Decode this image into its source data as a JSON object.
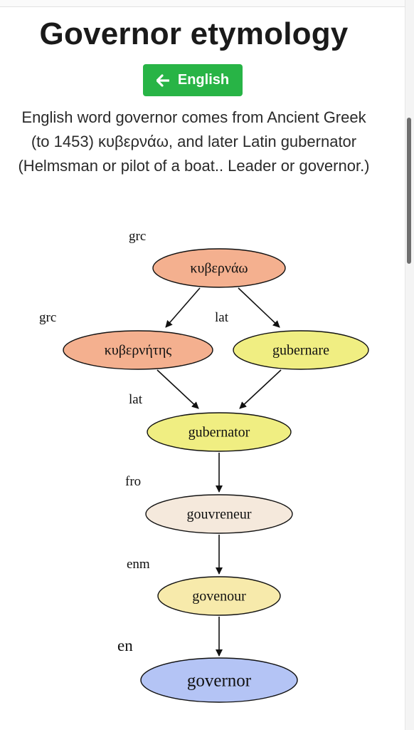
{
  "page": {
    "title": "Governor etymology",
    "language_button_label": "English",
    "description": "English word governor comes from Ancient Greek (to 1453) κυβερνάω, and later Latin gubernator (Helmsman or pilot of a boat.. Leader or governor.)"
  },
  "graph": {
    "nodes": [
      {
        "id": "kybernao",
        "word": "κυβερνάω",
        "lang": "grc",
        "color": "#f4b08f"
      },
      {
        "id": "kybernetes",
        "word": "κυβερνήτης",
        "lang": "grc",
        "color": "#f4b08f"
      },
      {
        "id": "gubernare",
        "word": "gubernare",
        "lang": "lat",
        "color": "#f0ee82"
      },
      {
        "id": "gubernator",
        "word": "gubernator",
        "lang": "lat",
        "color": "#f0ee82"
      },
      {
        "id": "gouvreneur",
        "word": "gouvreneur",
        "lang": "fro",
        "color": "#f5e9dc"
      },
      {
        "id": "govenour",
        "word": "govenour",
        "lang": "enm",
        "color": "#f7eaab"
      },
      {
        "id": "governor",
        "word": "governor",
        "lang": "en",
        "color": "#b4c4f5"
      }
    ],
    "edges": [
      {
        "from": "kybernao",
        "to": "kybernetes"
      },
      {
        "from": "kybernao",
        "to": "gubernare"
      },
      {
        "from": "kybernetes",
        "to": "gubernator"
      },
      {
        "from": "gubernare",
        "to": "gubernator"
      },
      {
        "from": "gubernator",
        "to": "gouvreneur"
      },
      {
        "from": "gouvreneur",
        "to": "govenour"
      },
      {
        "from": "govenour",
        "to": "governor"
      }
    ]
  }
}
